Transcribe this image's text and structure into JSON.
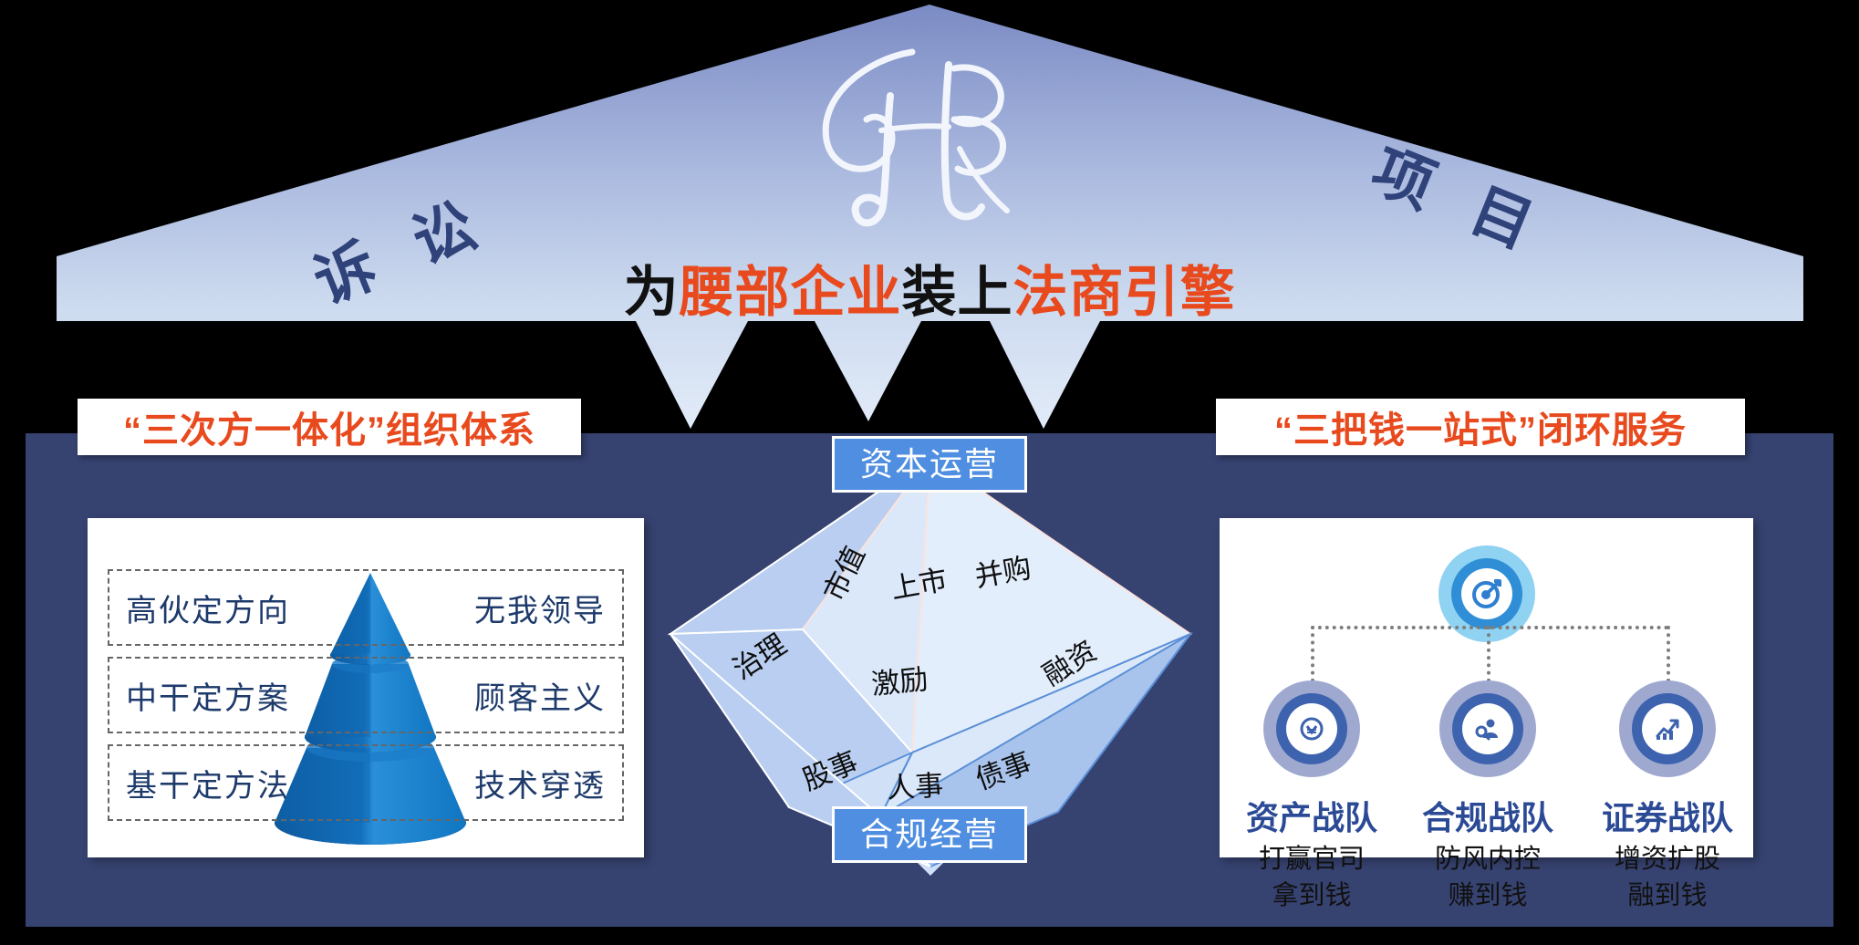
{
  "header": {
    "logo_alt": "calligraphy-logo",
    "banner_left": "诉 讼",
    "banner_right": "项 目",
    "tagline_parts": [
      {
        "text": "为",
        "highlight": false
      },
      {
        "text": "腰部企业",
        "highlight": true
      },
      {
        "text": "装上",
        "highlight": false
      },
      {
        "text": "法商引擎",
        "highlight": true
      }
    ],
    "tagline_plain": "为腰部企业装上法商引擎"
  },
  "left_section": {
    "title": "“三次方一体化”组织体系",
    "rows": [
      {
        "left": "高伙定方向",
        "right": "无我领导"
      },
      {
        "left": "中干定方案",
        "right": "顾客主义"
      },
      {
        "left": "基干定方法",
        "right": "技术穿透"
      }
    ],
    "pyramid_alt": "three-tier-cone"
  },
  "center_diamond": {
    "top_badge": "资本运营",
    "bottom_badge": "合规经营",
    "facets": [
      {
        "label": "市值"
      },
      {
        "label": "上市"
      },
      {
        "label": "并购"
      },
      {
        "label": "治理"
      },
      {
        "label": "激励"
      },
      {
        "label": "融资"
      },
      {
        "label": "股事"
      },
      {
        "label": "人事"
      },
      {
        "label": "债事"
      }
    ]
  },
  "right_section": {
    "title": "“三把钱一站式”闭环服务",
    "root_icon": "target-icon",
    "teams": [
      {
        "name": "资产战队",
        "desc": "打赢官司\n拿到钱",
        "desc_l1": "打赢官司",
        "desc_l2": "拿到钱",
        "icon": "coin-shield-icon"
      },
      {
        "name": "合规战队",
        "desc": "防风内控\n赚到钱",
        "desc_l1": "防风内控",
        "desc_l2": "赚到钱",
        "icon": "person-audit-icon"
      },
      {
        "name": "证券战队",
        "desc": "增资扩股\n融到钱",
        "desc_l1": "增资扩股",
        "desc_l2": "融到钱",
        "icon": "growth-chart-icon"
      }
    ]
  },
  "colors": {
    "navy_panel": "#364270",
    "banner_text": "#2f4279",
    "accent_orange": "#e8491d",
    "badge_blue": "#4f8ee0",
    "team_name_blue": "#2b4a96",
    "cone_blue": "#1479c4",
    "cone_dark": "#0d3a73"
  }
}
